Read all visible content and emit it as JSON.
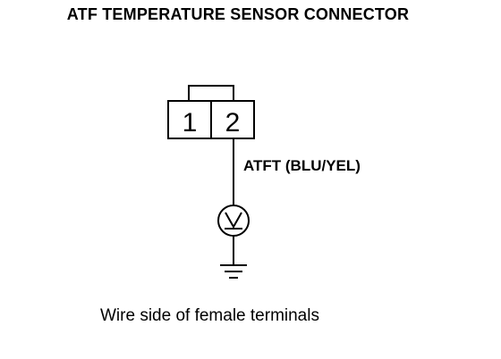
{
  "title": "ATF TEMPERATURE SENSOR CONNECTOR",
  "connector": {
    "terminals": [
      "1",
      "2"
    ]
  },
  "wire_label": "ATFT (BLU/YEL)",
  "caption": "Wire side of female terminals",
  "icons": [
    "sensor-symbol-icon",
    "ground-icon"
  ]
}
